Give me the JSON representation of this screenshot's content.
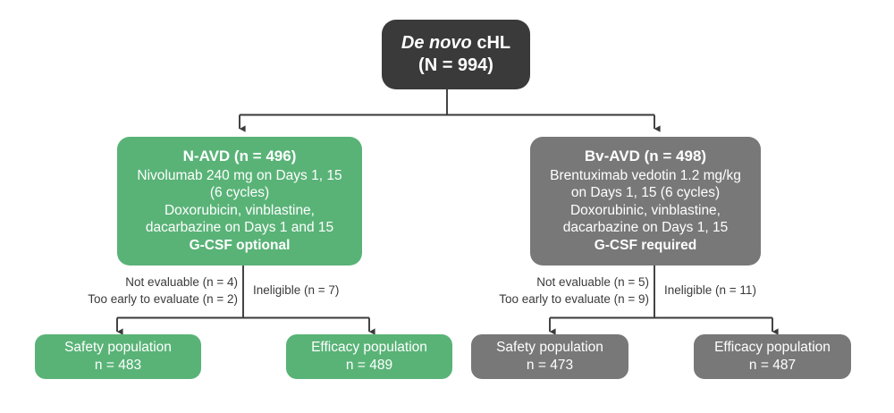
{
  "figure": {
    "type": "flowchart",
    "colors": {
      "root_box": "#3a3a3a",
      "arm_a": "#59b377",
      "arm_b": "#787878",
      "connector": "#3a3a3a",
      "box_text": "#ffffff",
      "annotation_text": "#3a3a3a"
    }
  },
  "root": {
    "title_italic": "De novo",
    "title_rest": " cHL",
    "count": "(N = 994)"
  },
  "arms": [
    {
      "id": "n-avd",
      "color": "green",
      "header": "N-AVD (n = 496)",
      "lines": [
        "Nivolumab 240 mg on Days 1, 15",
        "(6 cycles)",
        "Doxorubicin, vinblastine,",
        "dacarbazine on Days 1 and 15"
      ],
      "footer": "G-CSF optional",
      "exclusions": {
        "left": [
          "Not evaluable (n = 4)",
          "Too early to evaluate (n = 2)"
        ],
        "right": [
          "Ineligible (n = 7)"
        ]
      },
      "outcomes": [
        {
          "label": "Safety population",
          "count": "n = 483"
        },
        {
          "label": "Efficacy population",
          "count": "n = 489"
        }
      ]
    },
    {
      "id": "bv-avd",
      "color": "gray",
      "header": "Bv-AVD (n = 498)",
      "lines": [
        "Brentuximab vedotin 1.2 mg/kg",
        "on Days 1, 15 (6 cycles)",
        "Doxorubinic, vinblastine,",
        "dacarbazine on Days 1, 15"
      ],
      "footer": "G-CSF required",
      "exclusions": {
        "left": [
          "Not evaluable (n = 5)",
          "Too early to evaluate (n = 9)"
        ],
        "right": [
          "Ineligible (n = 11)"
        ]
      },
      "outcomes": [
        {
          "label": "Safety population",
          "count": "n = 473"
        },
        {
          "label": "Efficacy population",
          "count": "n = 487"
        }
      ]
    }
  ]
}
